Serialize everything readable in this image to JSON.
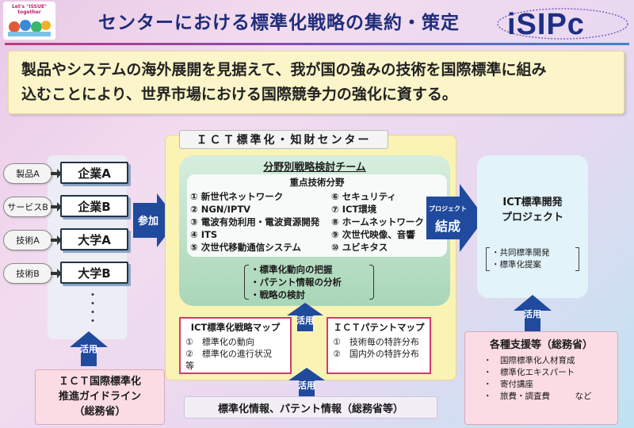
{
  "header": {
    "logo_text": "Let's \"ISSUE\" together",
    "title": "センターにおける標準化戦略の集約・策定",
    "brand": "iSIPc"
  },
  "lead": {
    "line1": "製品やシステムの海外展開を見据えて、我が国の強みの技術を国際標準に組み",
    "line2": "込むことにより、世界市場における国際競争力の強化に資する。"
  },
  "left": {
    "clouds": [
      "製品A",
      "サービスB",
      "技術A",
      "技術B"
    ],
    "entities": [
      "企業A",
      "企業B",
      "大学A",
      "大学B"
    ],
    "dots": "・\n・\n・\n・",
    "participate": "参加",
    "use_label": "活用",
    "guide_line1": "ＩＣＴ国際標準化",
    "guide_line2": "推進ガイドライン",
    "guide_line3": "（総務省）"
  },
  "center": {
    "title": "ＩＣＴ標準化・知財センター",
    "team": "分野別戦略検討チーム",
    "field_title": "重点技術分野",
    "fields_left": [
      "① 新世代ネットワーク",
      "② NGN/IPTV",
      "③ 電波有効利用・電波資源開発",
      "④ ITS",
      "⑤ 次世代移動通信システム"
    ],
    "fields_right": [
      "⑥ セキュリティ",
      "⑦ ICT環境",
      "⑧ ホームネットワーク",
      "⑨ 次世代映像、音響",
      "⑩ ユビキタス"
    ],
    "tasks": [
      "・標準化動向の把握",
      "・パテント情報の分析",
      "・戦略の検討"
    ],
    "use_label": "活用",
    "map1": {
      "title": "ICT標準化戦略マップ",
      "items": [
        "①　標準化の動向",
        "②　標準化の進行状況",
        "等"
      ]
    },
    "map2": {
      "title": "ＩＣＴパテントマップ",
      "items": [
        "①　技術毎の特許分布",
        "②　国内外の特許分布"
      ]
    },
    "bottom_use": "活用",
    "bottom_info": "標準化情報、パテント情報（総務省等）"
  },
  "right": {
    "project_small": "プロジェクト",
    "formation": "結成",
    "proj_line1": "ICT標準開発",
    "proj_line2": "プロジェクト",
    "proj_items": [
      "・共同標準開発",
      "・標準化提案"
    ],
    "use_label": "活用",
    "support_title": "各種支援等（総務省）",
    "support_items": [
      "・　国際標準化人材育成",
      "・　標準化エキスパート",
      "・　寄付講座",
      "・　旅費・調査費　　　など"
    ]
  },
  "colors": {
    "title": "#1f2d7a",
    "arrow": "#1f4a9e",
    "map_border": "#d23a6a",
    "panel_yellow": "#fbf3b4",
    "panel_green": "#a9d6b8",
    "panel_pink": "#fbdce4"
  }
}
